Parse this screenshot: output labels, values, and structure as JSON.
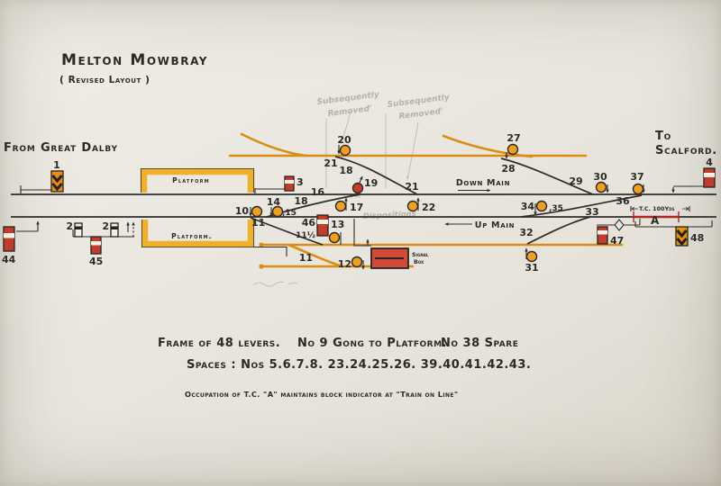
{
  "title": "Melton Mowbray",
  "subtitle": "( Revised Layout )",
  "region": {
    "from": "From Great Dalby",
    "to_line1": "To",
    "to_line2": "Scalford."
  },
  "tracks": {
    "down_main": "Down Main",
    "up_main": "Up Main",
    "platform_upper": "Platform",
    "platform_lower": "Platform.",
    "signal_box_line1": "Signal",
    "signal_box_line2": "Box",
    "track_circuit": "T.C. 100Yds",
    "track_circuit_section": "A"
  },
  "levers": {
    "n1": "1",
    "n2a": "2",
    "n2b": "2",
    "n3": "3",
    "n4": "4",
    "n10": "10",
    "n11a": "11",
    "n11b": "11",
    "n11h": "11½",
    "n12": "12",
    "n13": "13",
    "n14": "14",
    "n15": ",15",
    "n16": "16",
    "n17": "17",
    "n18a": "18",
    "n18b": "18",
    "n19": "19",
    "n20": "20",
    "n21a": "21",
    "n21b": "21",
    "n22": "22",
    "n27": "27",
    "n28": "28",
    "n29": "29",
    "n30": "30",
    "n31": "31",
    "n32": "32",
    "n33": "33",
    "n34": "34",
    "n35": ",35",
    "n36": "36",
    "n37": "37",
    "n44": "44",
    "n45": "45",
    "n46": "46",
    "n47": "47",
    "n48": "48"
  },
  "pencil": {
    "removed1_line1": "Subsequently",
    "removed1_line2": "Removed'",
    "removed2_line1": "Subsequently",
    "removed2_line2": "Removed'",
    "dispositions": "Dispositions"
  },
  "notes": {
    "frame": "Frame of 48 levers.",
    "gong": "No 9 Gong to Platform.",
    "spare": "No 38 Spare",
    "spaces": "Spaces : Nos 5.6.7.8. 23.24.25.26. 39.40.41.42.43.",
    "occupation": "Occupation of T.C. \"A\" maintains block indicator at \"Train on Line\""
  }
}
